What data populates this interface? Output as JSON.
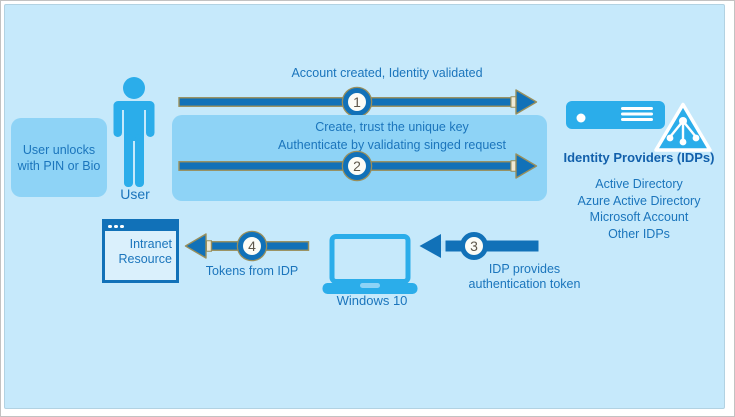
{
  "user_box": {
    "line1": "User unlocks",
    "line2": "with PIN or Bio"
  },
  "user_label": "User",
  "flows": {
    "f1": {
      "number": "1",
      "label": "Account created, Identity validated"
    },
    "f2": {
      "number": "2",
      "line1": "Create, trust the unique key",
      "line2": "Authenticate by validating singed request"
    },
    "f3": {
      "number": "3",
      "line1": "IDP provides",
      "line2": "authentication token"
    },
    "f4": {
      "number": "4",
      "label": "Tokens from IDP"
    }
  },
  "idp": {
    "title": "Identity Providers (IDPs)",
    "providers": [
      "Active Directory",
      "Azure Active Directory",
      "Microsoft Account",
      "Other IDPs"
    ]
  },
  "intranet": {
    "line1": "Intranet",
    "line2": "Resource"
  },
  "laptop_label": "Windows 10",
  "icons": [
    "user-person-icon",
    "server-icon",
    "network-share-triangle-icon",
    "laptop-icon",
    "browser-window-icon"
  ],
  "colors": {
    "background": "#c6e9fb",
    "panel_blue": "#8ed3f6",
    "bright_blue": "#2badea",
    "dark_blue": "#1171b8",
    "outline_tan": "#998f5c",
    "text_blue": "#1b75bc",
    "title_blue": "#1260ab"
  }
}
